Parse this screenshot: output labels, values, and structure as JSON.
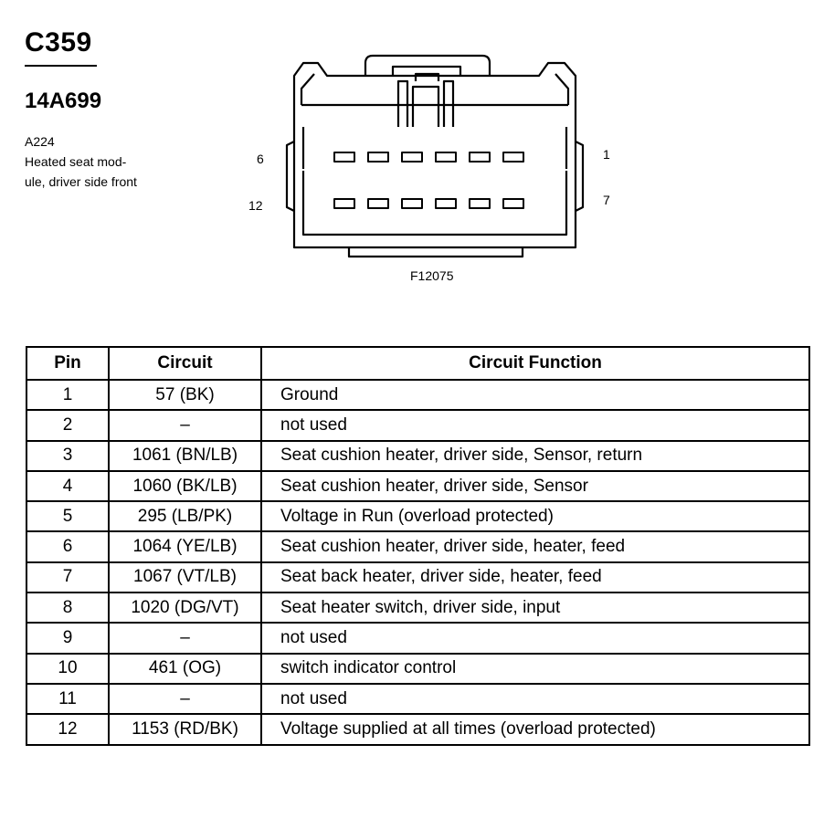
{
  "header": {
    "connector_id": "C359",
    "part_number": "14A699",
    "code": "A224",
    "description_line1": "Heated seat mod-",
    "description_line2": "ule, driver side front"
  },
  "diagram": {
    "pin_labels": {
      "left_top": "6",
      "left_bottom": "12",
      "right_top": "1",
      "right_bottom": "7"
    },
    "figure_code": "F12075"
  },
  "table": {
    "headers": {
      "pin": "Pin",
      "circuit": "Circuit",
      "function": "Circuit Function"
    },
    "rows": [
      {
        "pin": "1",
        "circuit": "57 (BK)",
        "function": "Ground"
      },
      {
        "pin": "2",
        "circuit": "–",
        "function": "not used"
      },
      {
        "pin": "3",
        "circuit": "1061 (BN/LB)",
        "function": "Seat cushion heater, driver side, Sensor, return"
      },
      {
        "pin": "4",
        "circuit": "1060 (BK/LB)",
        "function": "Seat cushion heater, driver side, Sensor"
      },
      {
        "pin": "5",
        "circuit": "295 (LB/PK)",
        "function": "Voltage in Run (overload protected)"
      },
      {
        "pin": "6",
        "circuit": "1064 (YE/LB)",
        "function": "Seat cushion heater, driver side, heater, feed"
      },
      {
        "pin": "7",
        "circuit": "1067 (VT/LB)",
        "function": "Seat back heater, driver side, heater, feed"
      },
      {
        "pin": "8",
        "circuit": "1020 (DG/VT)",
        "function": "Seat heater switch, driver side, input"
      },
      {
        "pin": "9",
        "circuit": "–",
        "function": "not used"
      },
      {
        "pin": "10",
        "circuit": "461 (OG)",
        "function": "switch indicator control"
      },
      {
        "pin": "11",
        "circuit": "–",
        "function": "not used"
      },
      {
        "pin": "12",
        "circuit": "1153 (RD/BK)",
        "function": "Voltage supplied at all times (overload protected)"
      }
    ]
  }
}
